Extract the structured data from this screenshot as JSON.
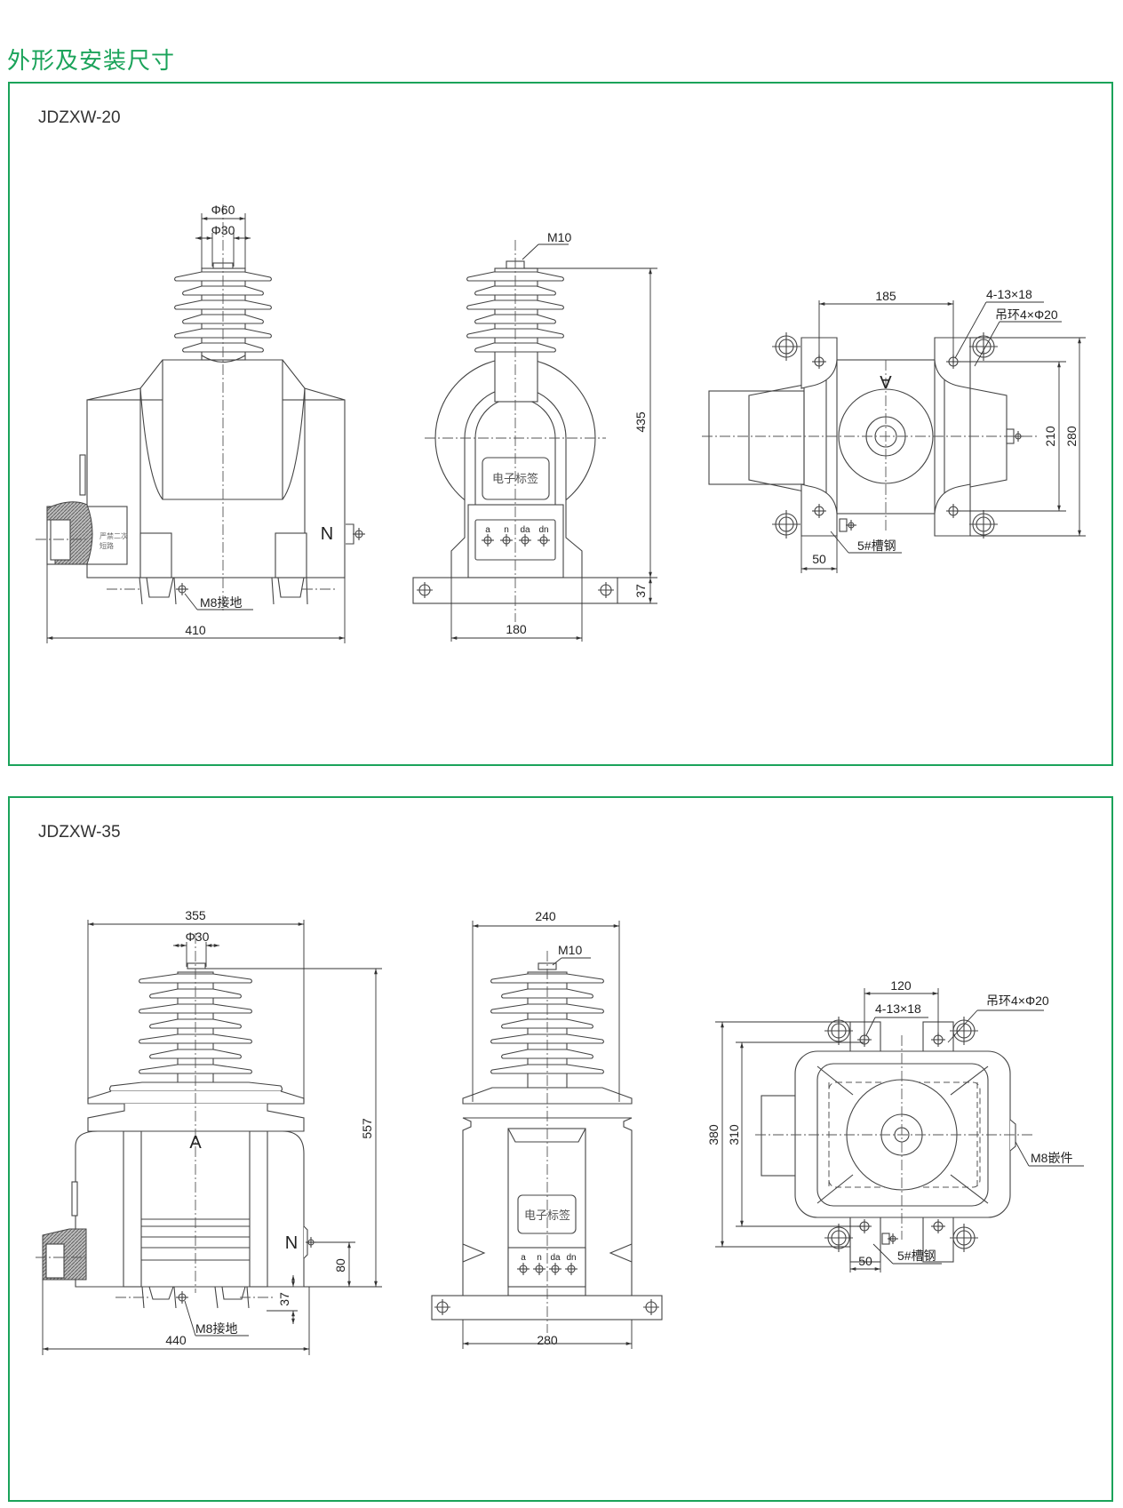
{
  "section_title": "外形及安装尺寸",
  "colors": {
    "accent": "#1ba35a",
    "line": "#444444"
  },
  "panels": [
    {
      "model": "JDZXW-20",
      "front": {
        "phi_outer": "Φ60",
        "phi_inner": "Φ30",
        "neutral": "N",
        "ground": "M8接地",
        "warning_line1": "严禁二次",
        "warning_line2": "短路",
        "width": "410"
      },
      "side": {
        "top_bolt": "M10",
        "label_plate": "电子标签",
        "terminals": [
          "a",
          "n",
          "da",
          "dn"
        ],
        "height": "435",
        "base_height": "37",
        "width": "180"
      },
      "top": {
        "bolt_spacing": "185",
        "holes": "4-13×18",
        "lifting_rings": "吊环4×Φ20",
        "phase": "A",
        "mount_width": "210",
        "overall_width": "280",
        "channel": "5#槽钢",
        "channel_width": "50"
      }
    },
    {
      "model": "JDZXW-35",
      "front": {
        "top_width": "355",
        "phi_inner": "Φ30",
        "phase": "A",
        "neutral": "N",
        "neutral_height": "80",
        "height": "557",
        "base_height": "37",
        "ground": "M8接地",
        "width": "440"
      },
      "side": {
        "top_width": "240",
        "top_bolt": "M10",
        "label_plate": "电子标签",
        "terminals": [
          "a",
          "n",
          "da",
          "dn"
        ],
        "width": "280"
      },
      "top": {
        "bolt_spacing": "120",
        "holes": "4-13×18",
        "lifting_rings": "吊环4×Φ20",
        "overall_width": "380",
        "mount_width": "310",
        "insert": "M8嵌件",
        "channel": "5#槽钢",
        "channel_width": "50"
      }
    }
  ]
}
